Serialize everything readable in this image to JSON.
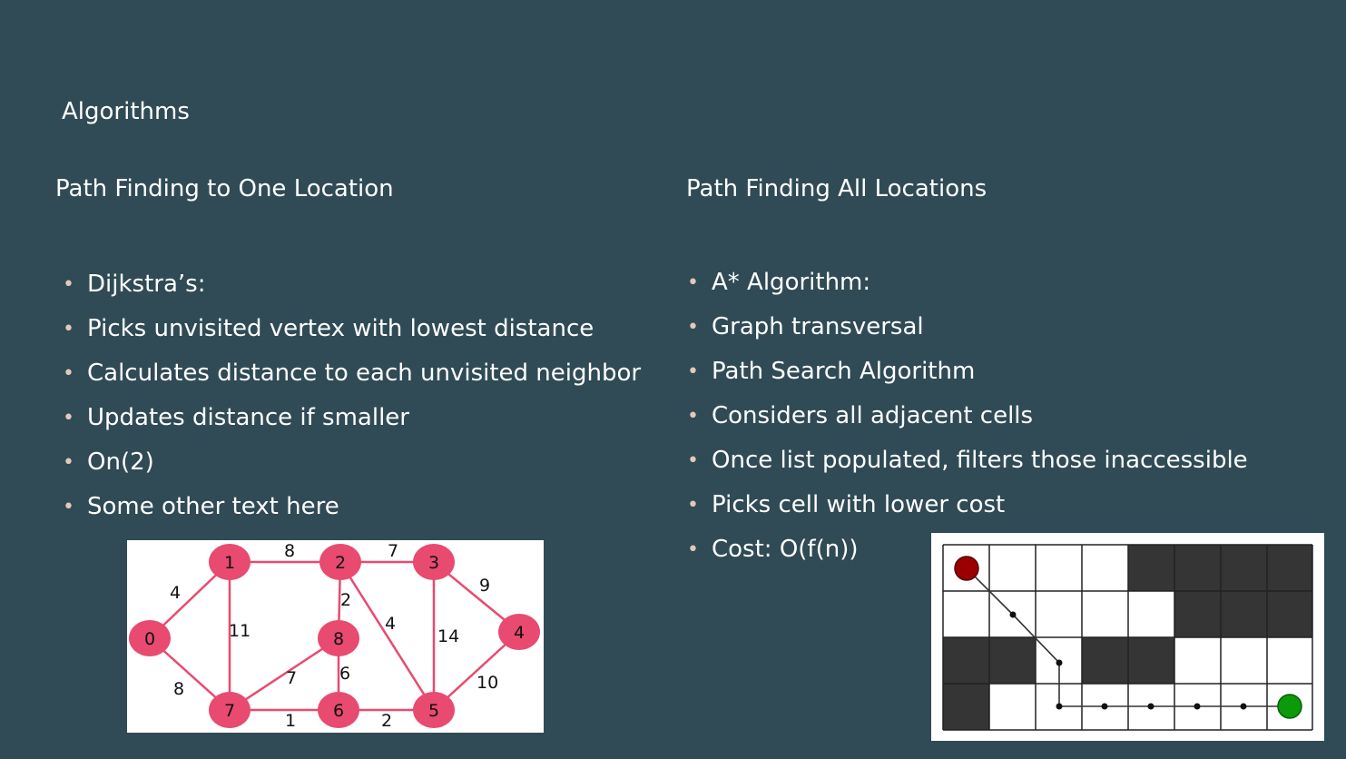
{
  "slide": {
    "title": "Algorithms"
  },
  "left": {
    "heading": "Path Finding to One Location",
    "bullets": [
      "Dijkstra’s:",
      "Picks unvisited vertex with lowest distance",
      "Calculates distance to each unvisited neighbor",
      "Updates distance if smaller",
      "On(2)",
      "Some other text here"
    ]
  },
  "right": {
    "heading": "Path Finding All Locations",
    "bullets": [
      "A* Algorithm:",
      "Graph transversal",
      "Path Search Algorithm",
      "Considers all adjacent cells",
      "Once list populated, filters those inaccessible",
      "Picks cell with lower cost",
      "Cost: O(f(n))"
    ]
  },
  "graph": {
    "nodes": [
      "0",
      "1",
      "2",
      "3",
      "4",
      "5",
      "6",
      "7",
      "8"
    ],
    "edge_weights": [
      "8",
      "7",
      "9",
      "4",
      "2",
      "4",
      "11",
      "14",
      "8",
      "7",
      "6",
      "10",
      "1",
      "2"
    ]
  },
  "colors": {
    "background": "#304b55",
    "bullet": "#e3c8c0",
    "graph_node": "#e84a70",
    "grid_wall": "#353535",
    "start_marker": "#9b0000",
    "goal_marker": "#0a9a0a"
  }
}
